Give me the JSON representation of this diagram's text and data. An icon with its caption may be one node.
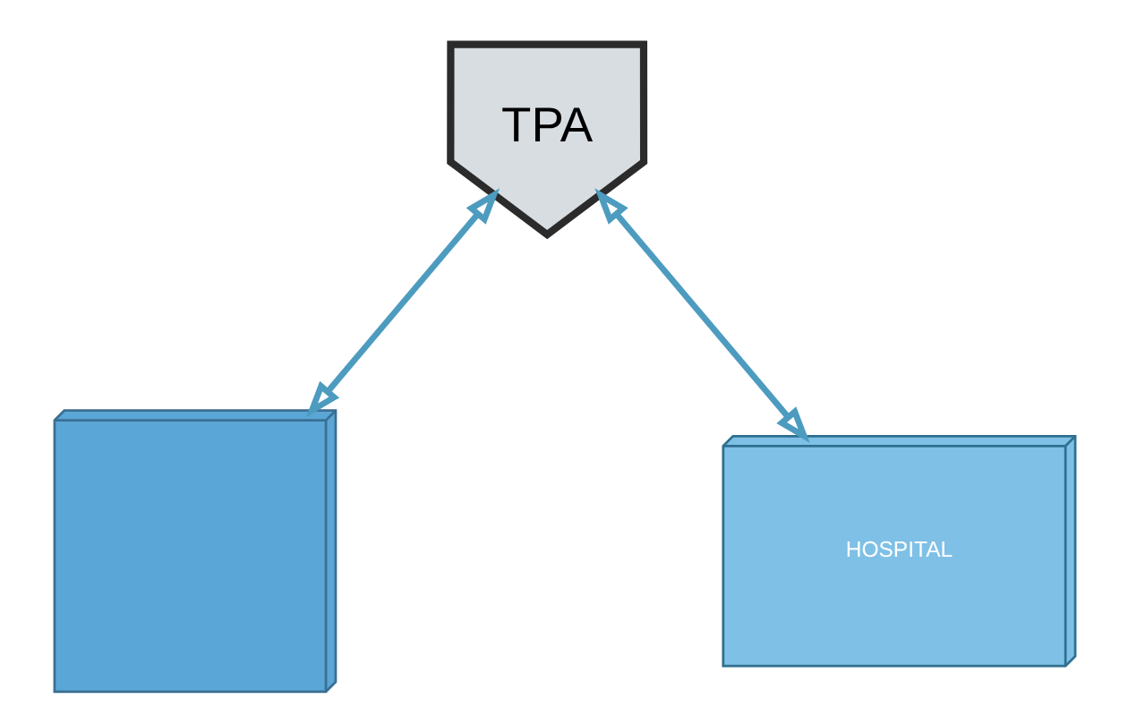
{
  "diagram": {
    "nodes": [
      {
        "text": [
          "TPA"
        ]
      },
      {
        "text": [],
        "shape": "picture"
      },
      {
        "text": [
          "HOSPITAL"
        ]
      }
    ],
    "edges": [
      {
        "from": 0,
        "to": 1,
        "arrow": "both"
      },
      {
        "from": 0,
        "to": 2,
        "arrow": "both"
      }
    ]
  }
}
